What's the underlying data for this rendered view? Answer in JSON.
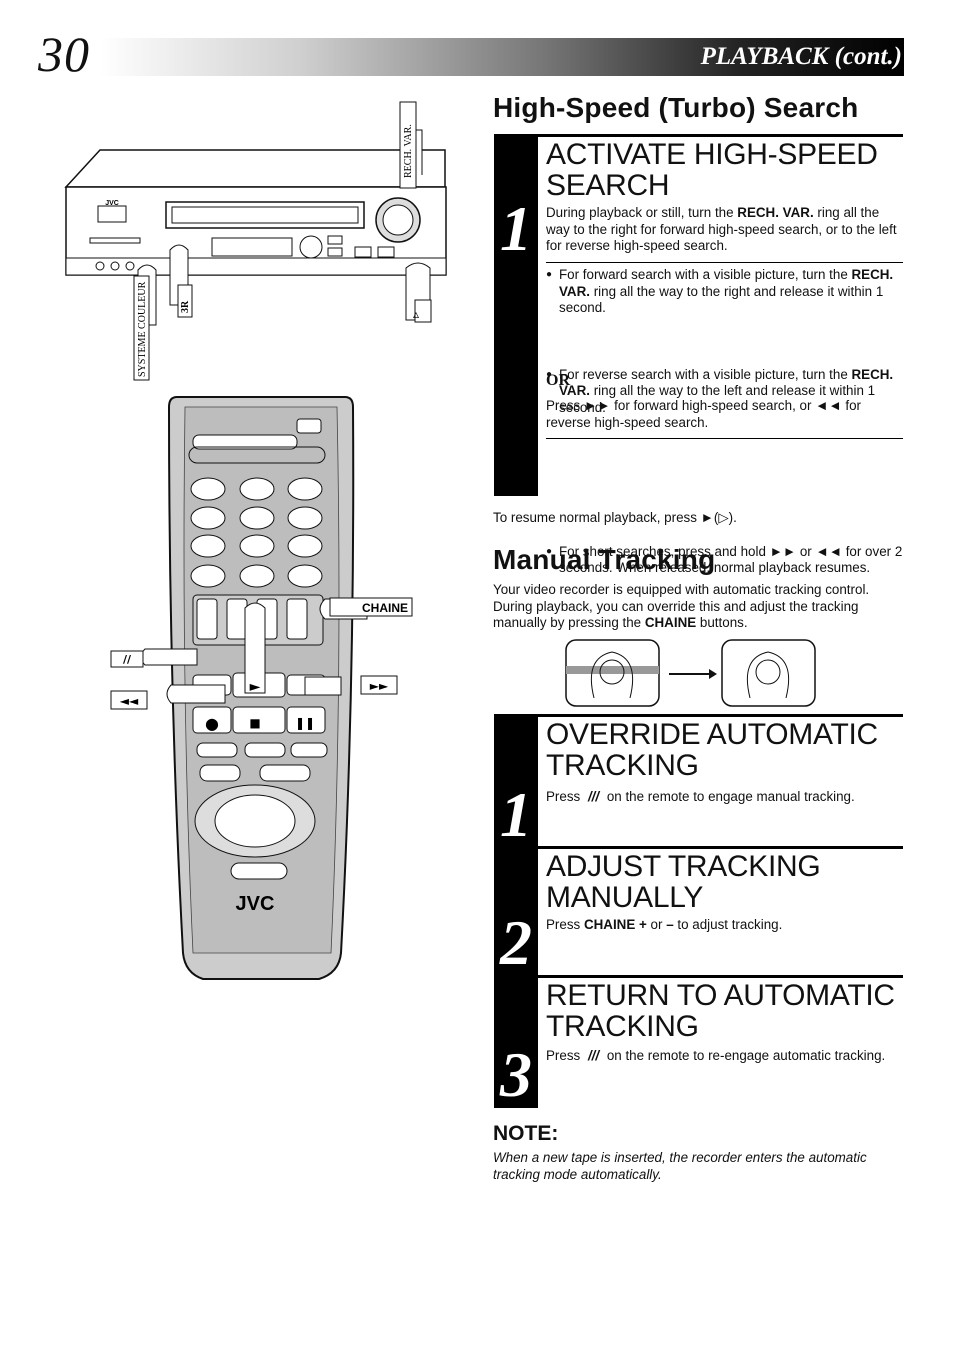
{
  "header": {
    "page_number": "30",
    "section": "PLAYBACK (cont.)"
  },
  "figures": {
    "vcr_labels": {
      "rech_var": "RECH. VAR.",
      "systeme_couleur": "SYSTEME COULEUR",
      "three_r": "3R",
      "brand": "JVC"
    },
    "remote_labels": {
      "chaine": "CHAINE",
      "brand": "JVC"
    }
  },
  "high_speed": {
    "title": "High-Speed (Turbo) Search",
    "step1": {
      "number": "1",
      "title_line1": "ACTIVATE HIGH-SPEED",
      "title_line2": "SEARCH",
      "intro_a": "During playback or still, turn the ",
      "intro_bold": "RECH. VAR.",
      "intro_b": " ring all the way to the right for forward high-speed search, or to the left for reverse high-speed search.",
      "bullet1_a": "For forward search with a visible picture, turn the ",
      "bullet1_bold": "RECH. VAR.",
      "bullet1_b": " ring all the way to the right and release it within 1 second.",
      "bullet2_a": "For reverse search with a visible picture, turn the ",
      "bullet2_bold": "RECH. VAR.",
      "bullet2_b": " ring all the way to the left and release it within 1 second.",
      "or_label": "OR",
      "press_a": "Press ►► for forward high-speed search, or ◄◄ for reverse high-speed search.",
      "bullet3": "For short searches, press and hold ►► or ◄◄ for over 2 seconds. When released, normal playback resumes."
    },
    "resume_note": "To resume normal playback, press ►(▷)."
  },
  "manual_tracking": {
    "title": "Manual Tracking",
    "intro_a": "Your video recorder is equipped with automatic tracking control. During playback, you can override this and adjust the tracking manually by pressing the ",
    "intro_bold": "CHAINE",
    "intro_b": " buttons.",
    "steps": [
      {
        "number": "1",
        "title_line1": "OVERRIDE AUTOMATIC",
        "title_line2": "TRACKING",
        "text_a": "Press ",
        "text_b": " on the remote to engage manual tracking."
      },
      {
        "number": "2",
        "title_line1": "ADJUST TRACKING",
        "title_line2": "MANUALLY",
        "text_a": "Press ",
        "text_bold": "CHAINE +",
        "text_b": " or ",
        "text_bold2": "–",
        "text_c": " to adjust tracking."
      },
      {
        "number": "3",
        "title_line1": "RETURN TO AUTOMATIC",
        "title_line2": "TRACKING",
        "text_a": "Press ",
        "text_b": " on the remote to re-engage automatic tracking."
      }
    ]
  },
  "note": {
    "label": "NOTE:",
    "text": "When a new tape is inserted, the recorder enters the automatic tracking mode automatically."
  }
}
